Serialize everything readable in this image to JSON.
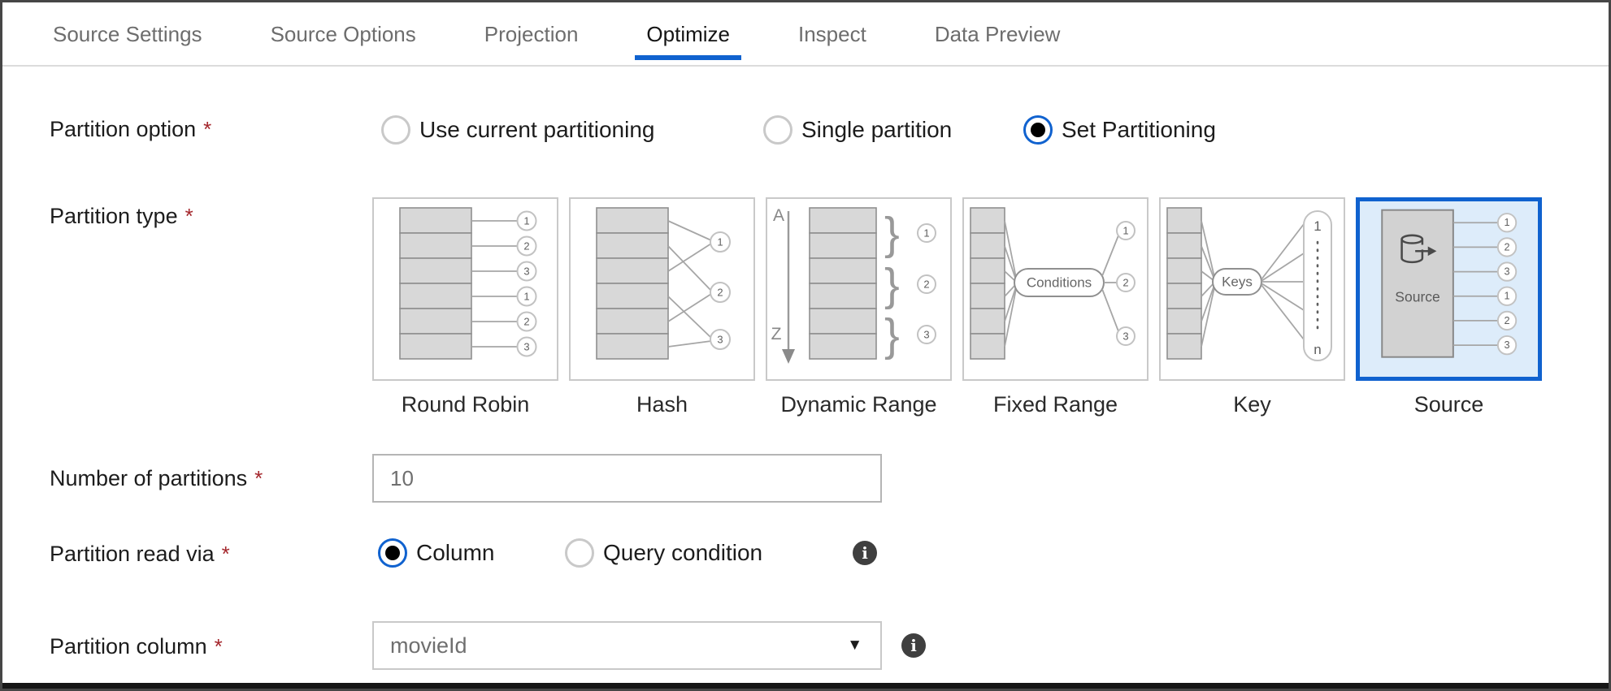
{
  "colors": {
    "accent": "#1062cf",
    "accent_bg": "#ddecfa",
    "required": "#a4262c"
  },
  "required_marker": "*",
  "tabs": [
    {
      "label": "Source Settings",
      "active": false
    },
    {
      "label": "Source Options",
      "active": false
    },
    {
      "label": "Projection",
      "active": false
    },
    {
      "label": "Optimize",
      "active": true
    },
    {
      "label": "Inspect",
      "active": false
    },
    {
      "label": "Data Preview",
      "active": false
    }
  ],
  "partition_option": {
    "label": "Partition option",
    "options": [
      {
        "label": "Use current partitioning",
        "selected": false
      },
      {
        "label": "Single partition",
        "selected": false
      },
      {
        "label": "Set Partitioning",
        "selected": true
      }
    ]
  },
  "partition_type": {
    "label": "Partition type",
    "tiles": [
      {
        "id": "round-robin",
        "label": "Round Robin",
        "selected": false,
        "circles": [
          "1",
          "2",
          "3",
          "1",
          "2",
          "3"
        ]
      },
      {
        "id": "hash",
        "label": "Hash",
        "selected": false,
        "circles": [
          "1",
          "2",
          "3"
        ]
      },
      {
        "id": "dynamic-range",
        "label": "Dynamic Range",
        "selected": false,
        "start": "A",
        "end": "Z",
        "brace": "}",
        "circles": [
          "1",
          "2",
          "3"
        ]
      },
      {
        "id": "fixed-range",
        "label": "Fixed Range",
        "selected": false,
        "pill": "Conditions",
        "circles": [
          "1",
          "2",
          "3"
        ]
      },
      {
        "id": "key",
        "label": "Key",
        "selected": false,
        "pill": "Keys",
        "first": "1",
        "last": "n"
      },
      {
        "id": "source",
        "label": "Source",
        "selected": true,
        "box_label": "Source",
        "circles": [
          "1",
          "2",
          "3",
          "1",
          "2",
          "3"
        ]
      }
    ]
  },
  "number_of_partitions": {
    "label": "Number of partitions",
    "value": "10"
  },
  "partition_read_via": {
    "label": "Partition read via",
    "options": [
      {
        "label": "Column",
        "selected": true
      },
      {
        "label": "Query condition",
        "selected": false
      }
    ],
    "info_icon_glyph": "i"
  },
  "partition_column": {
    "label": "Partition column",
    "value": "movieId",
    "caret_glyph": "▼",
    "info_icon_glyph": "i"
  }
}
